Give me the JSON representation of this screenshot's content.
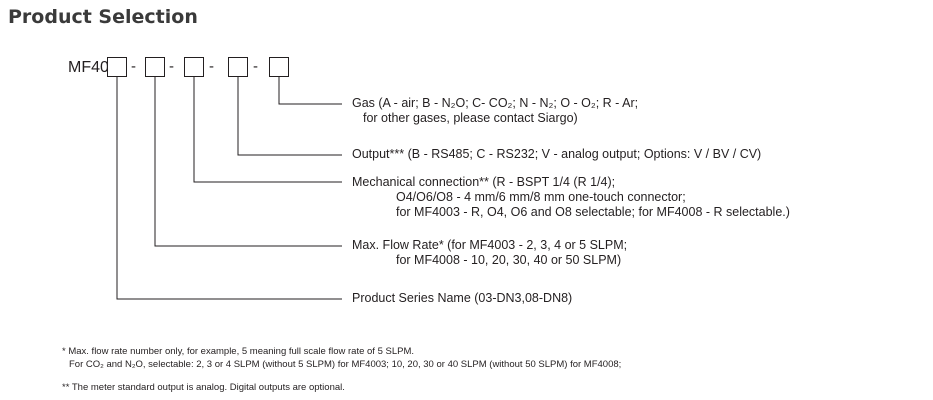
{
  "title": "Product Selection",
  "code": {
    "prefix": "MF40",
    "separator": "-"
  },
  "callouts": {
    "gas": {
      "line1": "Gas (A - air; B - N₂O; C- CO₂; N - N₂; O - O₂; R - Ar;",
      "line2": "for other gases, please contact Siargo)"
    },
    "output": {
      "line1": "Output*** (B - RS485; C - RS232; V - analog output; Options: V / BV / CV)"
    },
    "mechanical": {
      "line1": "Mechanical connection** (R - BSPT 1/4 (R 1/4);",
      "line2": "O4/O6/O8 - 4 mm/6 mm/8 mm one-touch connector;",
      "line3": "for MF4003 - R, O4, O6 and O8 selectable; for MF4008 - R selectable.)"
    },
    "flow": {
      "line1": "Max. Flow Rate* (for MF4003 - 2, 3, 4 or 5 SLPM;",
      "line2": "for MF4008 - 10, 20, 30, 40 or 50 SLPM)"
    },
    "series": {
      "line1": "Product Series Name (03-DN3,08-DN8)"
    }
  },
  "footnotes": {
    "note1_line1": "* Max. flow rate number only, for example, 5 meaning full scale flow rate of 5 SLPM.",
    "note1_line2": "For CO₂ and N₂O, selectable: 2, 3 or 4 SLPM (without 5 SLPM) for MF4003; 10, 20, 30 or 40 SLPM (without 50 SLPM) for MF4008;",
    "note2": "** The meter standard output is analog. Digital outputs are optional."
  }
}
